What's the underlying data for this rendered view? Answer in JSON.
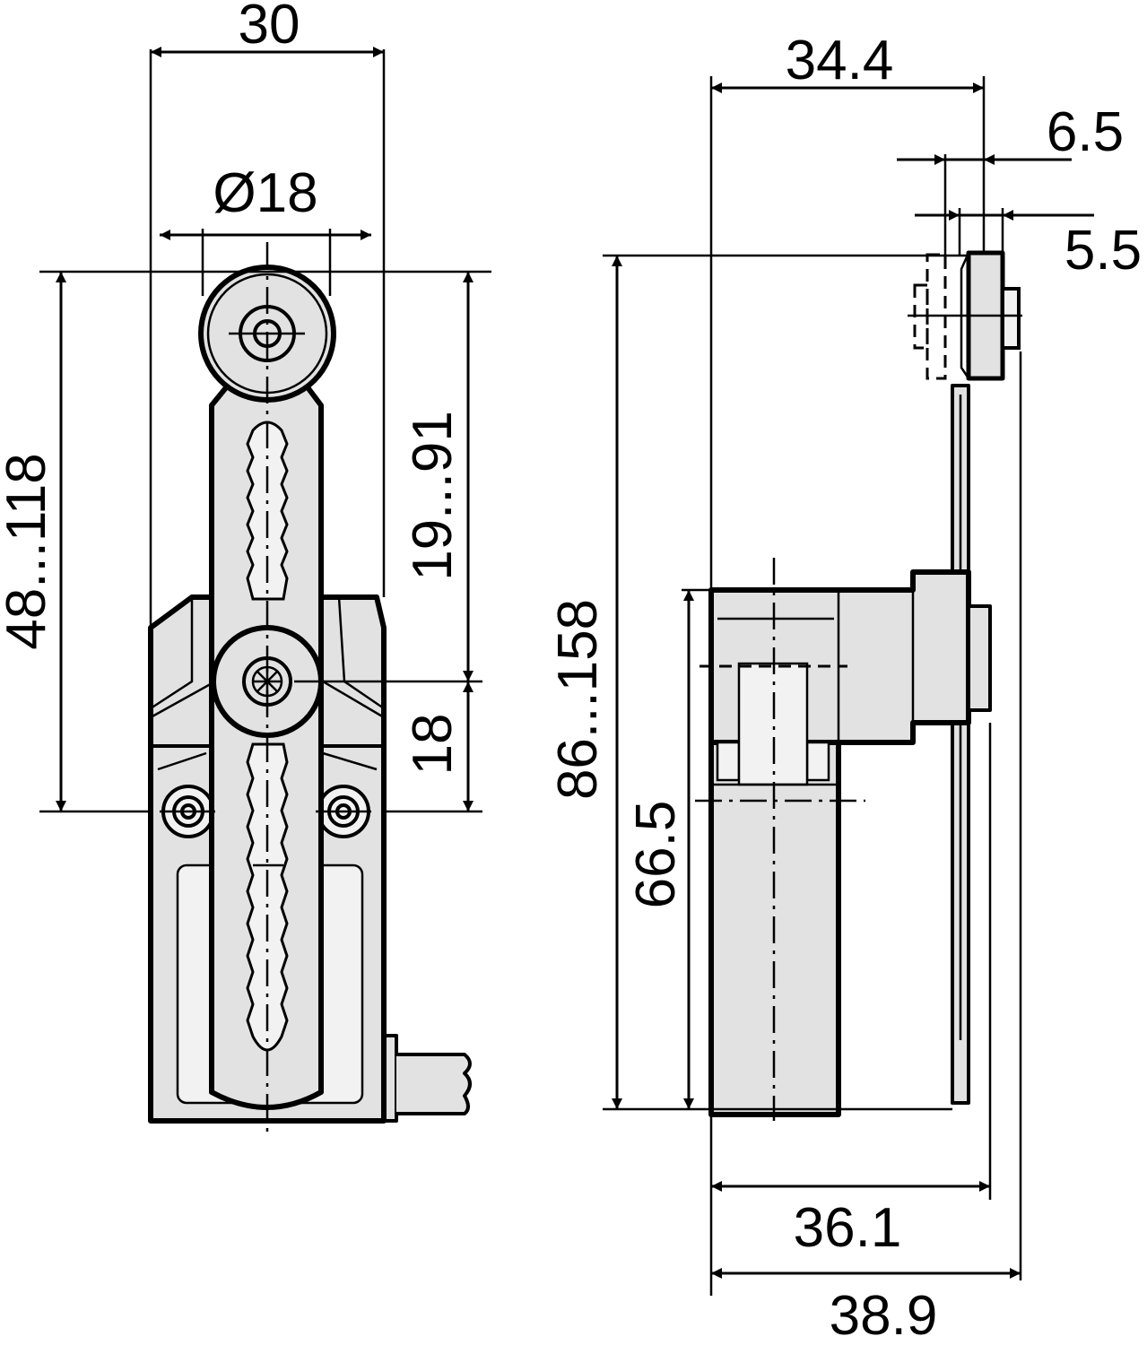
{
  "dimensions": {
    "front_width": "30",
    "roller_diameter": "Ø18",
    "lever_range": "48...118",
    "roller_travel": "19...91",
    "pivot_to_mount": "18",
    "side_width": "34.4",
    "roller_offset": "6.5",
    "roller_width": "5.5",
    "overall_height": "86...158",
    "body_height": "66.5",
    "base_width": "36.1",
    "overall_width": "38.9"
  },
  "colors": {
    "body": "#e2e2e2",
    "lines": "#000000",
    "background": "#ffffff"
  }
}
